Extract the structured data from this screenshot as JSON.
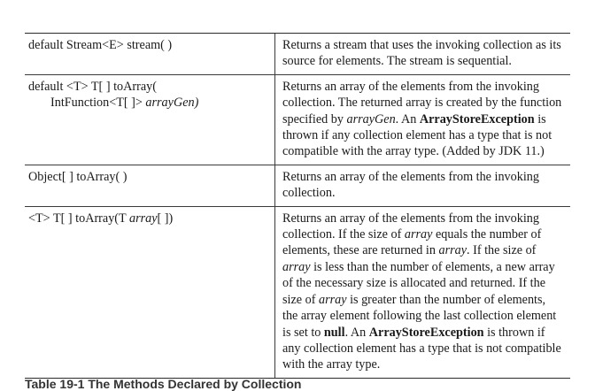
{
  "table": {
    "rows": [
      {
        "method": [
          [
            {
              "t": "default Stream<E> stream( )"
            }
          ]
        ],
        "desc": [
          [
            {
              "t": "Returns a stream that uses the invoking collection as its"
            }
          ],
          [
            {
              "t": "source for elements. The stream is sequential."
            }
          ]
        ]
      },
      {
        "method": [
          [
            {
              "t": "default <T> T[ ] toArray("
            }
          ],
          [
            {
              "t": "IntFunction<T[ ]> "
            },
            {
              "t": "arrayGen)",
              "i": true
            }
          ]
        ],
        "desc": [
          [
            {
              "t": "Returns an array of the elements from the invoking"
            }
          ],
          [
            {
              "t": "collection. The returned array is created by the function"
            }
          ],
          [
            {
              "t": "specified by "
            },
            {
              "t": "arrayGen",
              "i": true
            },
            {
              "t": ". An "
            },
            {
              "t": "ArrayStoreException",
              "b": true
            },
            {
              "t": " is"
            }
          ],
          [
            {
              "t": "thrown if any collection element has a type that is not"
            }
          ],
          [
            {
              "t": "compatible with the array type. (Added by JDK 11.)"
            }
          ]
        ]
      },
      {
        "method": [
          [
            {
              "t": "Object[ ] toArray( )"
            }
          ]
        ],
        "desc": [
          [
            {
              "t": "Returns an array of the elements from the invoking"
            }
          ],
          [
            {
              "t": "collection."
            }
          ]
        ]
      },
      {
        "method": [
          [
            {
              "t": "<T> T[ ] toArray(T "
            },
            {
              "t": "array",
              "i": true
            },
            {
              "t": "[ ])"
            }
          ]
        ],
        "desc": [
          [
            {
              "t": "Returns an array of the elements from the invoking"
            }
          ],
          [
            {
              "t": "collection. If the size of "
            },
            {
              "t": "array",
              "i": true
            },
            {
              "t": " equals the number of"
            }
          ],
          [
            {
              "t": "elements, these are returned in "
            },
            {
              "t": "array",
              "i": true
            },
            {
              "t": ". If the size of"
            }
          ],
          [
            {
              "t": "array",
              "i": true
            },
            {
              "t": " is less than the number of elements, a new array"
            }
          ],
          [
            {
              "t": "of the necessary size is allocated and returned. If the"
            }
          ],
          [
            {
              "t": "size of "
            },
            {
              "t": "array",
              "i": true
            },
            {
              "t": " is greater than the number of elements,"
            }
          ],
          [
            {
              "t": "the array element following the last collection element"
            }
          ],
          [
            {
              "t": "is set to "
            },
            {
              "t": "null",
              "b": true
            },
            {
              "t": ". An "
            },
            {
              "t": "ArrayStoreException",
              "b": true
            },
            {
              "t": " is thrown if"
            }
          ],
          [
            {
              "t": "any collection element has a type that is not compatible"
            }
          ],
          [
            {
              "t": "with the array type."
            }
          ]
        ]
      }
    ]
  },
  "caption": "Table 19-1 The Methods Declared by Collection"
}
